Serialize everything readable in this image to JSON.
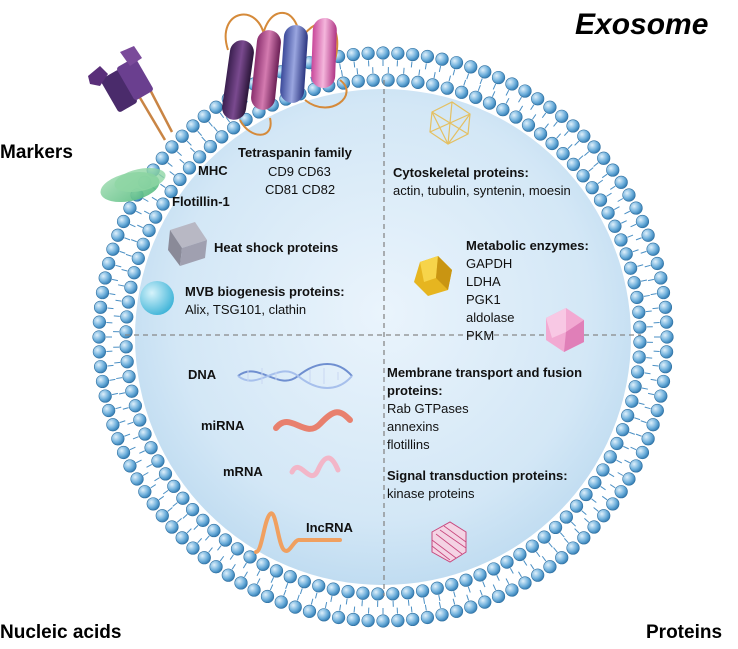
{
  "title": "Exosome",
  "corners": {
    "markers": "Markers",
    "nucleic_acids": "Nucleic acids",
    "proteins": "Proteins"
  },
  "markers": {
    "mhc": "MHC",
    "tetraspanin_title": "Tetraspanin family",
    "tetraspanin_line1": "CD9 CD63",
    "tetraspanin_line2": "CD81 CD82",
    "flotillin": "Flotillin-1",
    "heat_shock": "Heat shock proteins",
    "mvb_title": "MVB biogenesis proteins:",
    "mvb_items": "Alix, TSG101, clathin"
  },
  "nucleic": {
    "dna": "DNA",
    "mirna": "miRNA",
    "mrna": "mRNA",
    "lncrna": "IncRNA"
  },
  "proteins": {
    "cyto_title": "Cytoskeletal proteins:",
    "cyto_items": "actin, tubulin, syntenin, moesin",
    "metabolic_title": "Metabolic enzymes:",
    "metabolic_items": [
      "GAPDH",
      "LDHA",
      "PGK1",
      "aldolase",
      "PKM"
    ],
    "transport_title_1": "Membrane transport and fusion",
    "transport_title_2": "proteins:",
    "transport_items": [
      "Rab GTPases",
      "annexins",
      "flotillins"
    ],
    "signal_title": "Signal transduction proteins:",
    "signal_items": "kinase proteins"
  },
  "colors": {
    "membrane_head": "#5aa0d0",
    "inner_fill": "#dcecf8",
    "divider": "#888888"
  }
}
